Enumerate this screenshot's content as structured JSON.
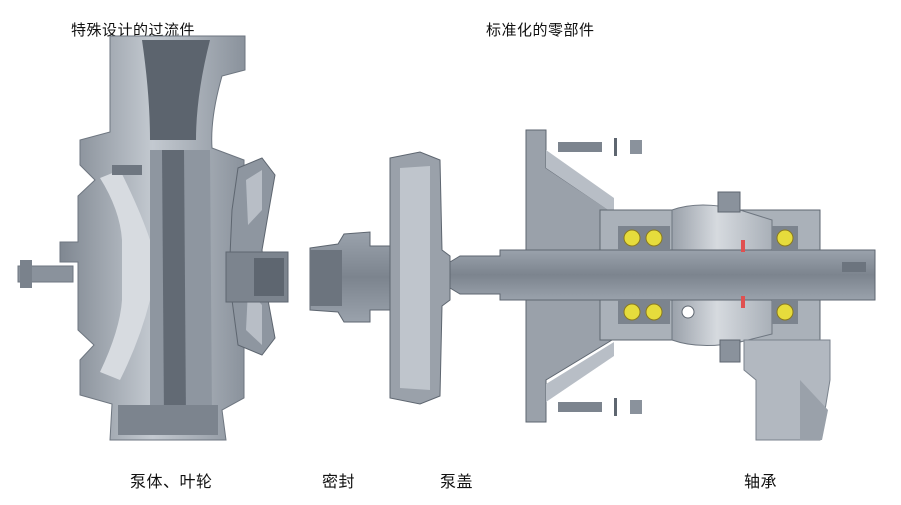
{
  "headers": {
    "left": "特殊设计的过流件",
    "right": "标准化的零部件"
  },
  "labels": {
    "casing_impeller": "泵体、叶轮",
    "seal": "密封",
    "cover": "泵盖",
    "bearing": "轴承"
  },
  "colors": {
    "metal_dark": "#8a929c",
    "metal_mid": "#a7aeb7",
    "metal_light": "#c9ced5",
    "shaft": "#8f97a1",
    "ball": "#e6dc3c",
    "accent": "#e05050"
  }
}
